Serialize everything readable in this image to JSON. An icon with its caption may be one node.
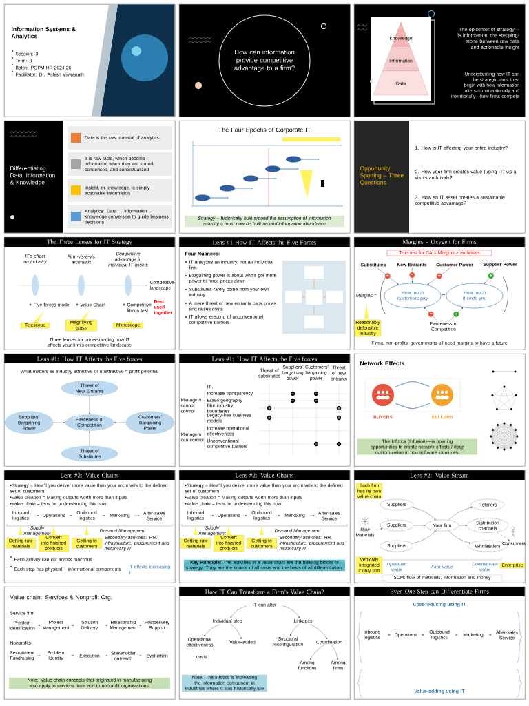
{
  "diagram": {
    "nodes": [
      {
        "text": [
          "Information Systems & Analytics",
          "Session: 3",
          "Term: 3",
          "Batch: PGPM HR 2024-26",
          "Facilitator: Dr. Ashish Viswanath"
        ]
      },
      {
        "text": [
          "How can information provide competitive advantage to a firm?"
        ]
      },
      {
        "text": [
          "The epicenter of strategy—is information, the stepping-stone between raw data and actionable insight",
          "Understanding how IT can be strategic must then begin with how information alters—unintentionally and intentionally—how firms compete"
        ]
      },
      {
        "text": [
          "Knowledge"
        ],
        "in": 2
      },
      {
        "text": [
          "Information"
        ],
        "in": 2
      },
      {
        "text": [
          "Data"
        ],
        "in": 2
      },
      {
        "text": [
          "Differentiating Data, Information & Knowledge"
        ]
      },
      {
        "text": [
          "Data is the raw material of analytics."
        ],
        "in": 6
      },
      {
        "text": [
          "It is raw facts, which become information when they are sorted, condensed, and contextualized"
        ],
        "in": 6
      },
      {
        "text": [
          "Insight, or knowledge, is simply actionable information"
        ],
        "in": 6
      },
      {
        "text": [
          "Analytics: Data → information → knowledge conversion to guide business decisions"
        ],
        "in": 6
      },
      {
        "text": [
          "The Four Epochs of Corporate IT"
        ]
      },
      {
        "text": [
          "Strategy – historically built around the assumption of information scarcity – must now be built around information abundance"
        ],
        "in": 11
      },
      {
        "text": [
          "Opportunity Spotting – Three Questions",
          "1. How is IT affecting your entire industry?",
          "2. How your firm creates value (using IT) vis-à-vis its archrivals?",
          "3. How an IT asset creates a sustainable competitive advantage?"
        ]
      },
      {
        "text": [
          "The Three Lenses for IT Strategy",
          "IT's effect on industry",
          "Firm-vis-à-vis archrivals",
          "Competitive advantage in individual IT assets",
          "Competitive landscape",
          "Five forces model",
          "Value Chain",
          "Competitive litmus test",
          "Best used together",
          "Three lenses for understanding how IT affects your firm's competitive landscape"
        ]
      },
      {
        "text": [
          "Telescope"
        ],
        "in": 14
      },
      {
        "text": [
          "Magnifying glass"
        ],
        "in": 14
      },
      {
        "text": [
          "Microscope"
        ],
        "in": 14
      },
      {
        "text": [
          "Lens #1 How IT Affects the Five Forces",
          "Four Nuances:",
          "IT analyzes an industry, not an individual firm",
          "Bargaining power is about who's got more power to force prices down",
          "Substitutes rarely come from your own industry",
          "A mere threat of new entrants caps prices and raises costs",
          "IT allows erecting of unconventional competitive barriers"
        ]
      },
      {
        "text": [
          "Margins = Oxygen for Firms",
          "Margins =",
          "=",
          "Firms, non-profits, governments all need margins to have a future"
        ]
      },
      {
        "text": [
          "True test for CA = Margins > archrivals"
        ],
        "in": 19
      },
      {
        "text": [
          "Substitutes"
        ],
        "in": 19
      },
      {
        "text": [
          "New Entrants"
        ],
        "in": 19
      },
      {
        "text": [
          "Customer Power"
        ],
        "in": 19
      },
      {
        "text": [
          "Supplier Power"
        ],
        "in": 19
      },
      {
        "text": [
          "How much customers pay"
        ],
        "in": 19
      },
      {
        "text": [
          "How much it costs you"
        ],
        "in": 19
      },
      {
        "text": [
          "Fierceness of Competition"
        ],
        "in": 19
      },
      {
        "text": [
          "Reasonably defensible industry"
        ],
        "in": 19
      },
      {
        "text": [
          "Lens #1: How IT Affects the Five forces",
          "What matters as industry attractive or unattractive = profit potential"
        ]
      },
      {
        "text": [
          "Threat of New Entrants"
        ],
        "in": 29
      },
      {
        "text": [
          "Suppliers' Bargaining Power"
        ],
        "in": 29
      },
      {
        "text": [
          "Fierceness of Competition"
        ],
        "in": 29
      },
      {
        "text": [
          "Customers' Bargaining Power"
        ],
        "in": 29
      },
      {
        "text": [
          "Threat of Substitutes"
        ],
        "in": 29
      },
      {
        "text": [
          "Lens #1: How IT Affects the Five forces",
          "Threat of substitutes",
          "Suppliers' bargaining power",
          "Customers' bargaining power",
          "Threat of new entrants",
          "IT...",
          "Increase transparency",
          "Erase geography",
          "Blur industry boundaries",
          "Legacy-free business models",
          "Increase operational effectiveness",
          "Unconventional competitive barriers",
          "Managers cannot control",
          "Managers can control"
        ]
      },
      {
        "text": [
          "Network Effects",
          "BUYERS",
          "SELLERS"
        ]
      },
      {
        "text": [
          "The Infotics (Infusion)—is opening opportunities to create network effects / deep customization in non software industries."
        ],
        "in": 36
      },
      {
        "text": [
          "Lens #2: Value Chains",
          "•Strategy = How'll you deliver more value than your archrivals to the defined set of customers",
          "•Value creation = Making outputs worth more than inputs",
          "•Value chain = lens for understanding this how",
          "Supply management",
          "Demand Management",
          "Secondary activities: HR, infrastructure, procurement and historically IT",
          "Each activity can cut across functions",
          "Each step has physical + informational components",
          "IT effects increasing it"
        ]
      },
      {
        "text": [
          "Inbound logistics"
        ],
        "in": 38
      },
      {
        "text": [
          "Operations"
        ],
        "in": 38
      },
      {
        "text": [
          "Outbound logistics"
        ],
        "in": 38
      },
      {
        "text": [
          "Marketing"
        ],
        "in": 38
      },
      {
        "text": [
          "After-sales Service"
        ],
        "in": 38
      },
      {
        "text": [
          "Getting raw materials"
        ],
        "in": 38
      },
      {
        "text": [
          "Convert into finished products"
        ],
        "in": 38
      },
      {
        "text": [
          "Getting to customers"
        ],
        "in": 38
      },
      {
        "text": [
          "Lens #2: Value Chains",
          "•Strategy = How'll you deliver more value than your archrivals to the defined set of customers",
          "•Value creation = Making outputs worth more than inputs",
          "•Value chain = lens for understanding this how",
          "Supply management",
          "Demand Management",
          "Secondary activities: HR, infrastructure, procurement and historically IT"
        ]
      },
      {
        "text": [
          "Inbound logistics"
        ],
        "in": 47
      },
      {
        "text": [
          "Operations"
        ],
        "in": 47
      },
      {
        "text": [
          "Outbound logistics"
        ],
        "in": 47
      },
      {
        "text": [
          "Marketing"
        ],
        "in": 47
      },
      {
        "text": [
          "After-sales Service"
        ],
        "in": 47
      },
      {
        "text": [
          "Getting raw materials"
        ],
        "in": 47
      },
      {
        "text": [
          "Convert into finished products"
        ],
        "in": 47
      },
      {
        "text": [
          "Getting to customers"
        ],
        "in": 47
      },
      {
        "text": [
          "**Key Principle:** The activities in a value chain are the building blocks of strategy. They are the source of all costs and the basis of all differentiation."
        ],
        "in": 47
      },
      {
        "text": [
          "Lens #2: Value Stream",
          "Upstream value",
          "Firm value",
          "Downstream value"
        ]
      },
      {
        "text": [
          "Each firm has its own value chain"
        ],
        "in": 57
      },
      {
        "text": [
          "Raw Materials"
        ],
        "in": 57
      },
      {
        "text": [
          "Suppliers"
        ],
        "in": 57
      },
      {
        "text": [
          "Suppliers"
        ],
        "in": 57
      },
      {
        "text": [
          "Suppliers"
        ],
        "in": 57
      },
      {
        "text": [
          "Your firm"
        ],
        "in": 57
      },
      {
        "text": [
          "Retailers"
        ],
        "in": 57
      },
      {
        "text": [
          "Distribution channels"
        ],
        "in": 57
      },
      {
        "text": [
          "Wholesalers"
        ],
        "in": 57
      },
      {
        "text": [
          "Consumers"
        ],
        "in": 57
      },
      {
        "text": [
          "Vertically integrated if only firm"
        ],
        "in": 57
      },
      {
        "text": [
          "Enterprise"
        ],
        "in": 57
      },
      {
        "text": [
          "SCM: flow of materials, information and money"
        ],
        "in": 57
      },
      {
        "text": [
          "Value chain: Services & Nonprofit Org.",
          "Service firm",
          "Nonprofits"
        ]
      },
      {
        "text": [
          "Problem Identification"
        ],
        "in": 71
      },
      {
        "text": [
          "Project Management"
        ],
        "in": 71
      },
      {
        "text": [
          "Solution Delivery"
        ],
        "in": 71
      },
      {
        "text": [
          "Relationship Management"
        ],
        "in": 71
      },
      {
        "text": [
          "Postdelivery Support"
        ],
        "in": 71
      },
      {
        "text": [
          "Recruitment Fundraising"
        ],
        "in": 71
      },
      {
        "text": [
          "Problem Identity"
        ],
        "in": 71
      },
      {
        "text": [
          "Execution"
        ],
        "in": 71
      },
      {
        "text": [
          "Stakeholder outreach"
        ],
        "in": 71
      },
      {
        "text": [
          "Evaluation"
        ],
        "in": 71
      },
      {
        "text": [
          "Note: Value chain concepts that originated in manufacturing also apply to services firms and to nonprofit organizations."
        ],
        "in": 71
      },
      {
        "text": [
          "How IT Can Transform a Firm’s Value Chain?",
          "↓ costs"
        ]
      },
      {
        "text": [
          "IT can alter"
        ],
        "in": 83
      },
      {
        "text": [
          "Individual step"
        ],
        "in": 83
      },
      {
        "text": [
          "Linkages"
        ],
        "in": 83
      },
      {
        "text": [
          "Operational effectiveness"
        ],
        "in": 83
      },
      {
        "text": [
          "Value-added"
        ],
        "in": 83
      },
      {
        "text": [
          "Structural reconfiguration"
        ],
        "in": 83
      },
      {
        "text": [
          "Coordination"
        ],
        "in": 83
      },
      {
        "text": [
          "Among functions"
        ],
        "in": 83
      },
      {
        "text": [
          "Among firms"
        ],
        "in": 83
      },
      {
        "text": [
          "Note: The Infotics is increasing the information component in industries where it was historically low"
        ],
        "in": 83
      },
      {
        "text": [
          "Even *One* Step can Differentiate Firms",
          "Cost-reducing using IT",
          "Value-adding using IT"
        ]
      },
      {
        "text": [
          "Inbound logistics"
        ],
        "in": 94
      },
      {
        "text": [
          "Operations"
        ],
        "in": 94
      },
      {
        "text": [
          "Outbound logistics"
        ],
        "in": 94
      },
      {
        "text": [
          "Marketing"
        ],
        "in": 94
      },
      {
        "text": [
          "After-sales Service"
        ],
        "in": 94
      }
    ],
    "edges": [
      {
        "from": 21,
        "to": 25,
        "arrow": "to",
        "label": "−"
      },
      {
        "from": 22,
        "to": 25,
        "arrow": "to",
        "label": "−"
      },
      {
        "from": 23,
        "to": 25,
        "arrow": "to",
        "label": "−"
      },
      {
        "from": 24,
        "to": 26,
        "arrow": "to",
        "label": "+"
      },
      {
        "from": 27,
        "to": 25,
        "arrow": "to",
        "label": "−"
      },
      {
        "from": 27,
        "to": 26,
        "arrow": "to",
        "label": "+"
      },
      {
        "from": 30,
        "to": 32,
        "arrow": "to"
      },
      {
        "from": 31,
        "to": 32,
        "arrow": "to"
      },
      {
        "from": 33,
        "to": 32,
        "arrow": "to"
      },
      {
        "from": 34,
        "to": 32,
        "arrow": "to"
      },
      {
        "from": 39,
        "to": 40,
        "arrow": "to"
      },
      {
        "from": 40,
        "to": 41,
        "arrow": "to"
      },
      {
        "from": 41,
        "to": 42,
        "arrow": "to"
      },
      {
        "from": 42,
        "to": 43,
        "arrow": "to"
      },
      {
        "from": 48,
        "to": 49,
        "arrow": "to"
      },
      {
        "from": 49,
        "to": 50,
        "arrow": "to"
      },
      {
        "from": 50,
        "to": 51,
        "arrow": "to"
      },
      {
        "from": 51,
        "to": 52,
        "arrow": "to"
      },
      {
        "from": 59,
        "to": 61,
        "arrow": "to",
        "style": "dashed"
      },
      {
        "from": 60,
        "to": 63,
        "arrow": "to"
      },
      {
        "from": 61,
        "to": 63,
        "arrow": "to"
      },
      {
        "from": 62,
        "to": 63,
        "arrow": "to"
      },
      {
        "from": 63,
        "to": 64,
        "arrow": "to"
      },
      {
        "from": 63,
        "to": 65,
        "arrow": "to"
      },
      {
        "from": 63,
        "to": 66,
        "arrow": "to"
      },
      {
        "from": 65,
        "to": 67,
        "arrow": "to",
        "style": "dashed"
      },
      {
        "from": 72,
        "to": 73,
        "arrow": "to"
      },
      {
        "from": 73,
        "to": 74,
        "arrow": "to"
      },
      {
        "from": 74,
        "to": 75,
        "arrow": "to"
      },
      {
        "from": 75,
        "to": 76,
        "arrow": "to"
      },
      {
        "from": 77,
        "to": 78,
        "arrow": "to"
      },
      {
        "from": 78,
        "to": 79,
        "arrow": "to"
      },
      {
        "from": 79,
        "to": 80,
        "arrow": "to"
      },
      {
        "from": 80,
        "to": 81,
        "arrow": "to"
      },
      {
        "from": 84,
        "to": 85,
        "arrow": "to"
      },
      {
        "from": 84,
        "to": 86,
        "arrow": "to"
      },
      {
        "from": 85,
        "to": 87,
        "arrow": "to"
      },
      {
        "from": 85,
        "to": 88,
        "arrow": "to"
      },
      {
        "from": 86,
        "to": 89,
        "arrow": "to"
      },
      {
        "from": 86,
        "to": 90,
        "arrow": "to"
      },
      {
        "from": 90,
        "to": 91,
        "arrow": "to"
      },
      {
        "from": 90,
        "to": 92,
        "arrow": "to"
      },
      {
        "from": 95,
        "to": 96,
        "arrow": "to"
      },
      {
        "from": 96,
        "to": 97,
        "arrow": "to"
      },
      {
        "from": 97,
        "to": 98,
        "arrow": "to"
      },
      {
        "from": 98,
        "to": 99,
        "arrow": "to"
      }
    ]
  }
}
